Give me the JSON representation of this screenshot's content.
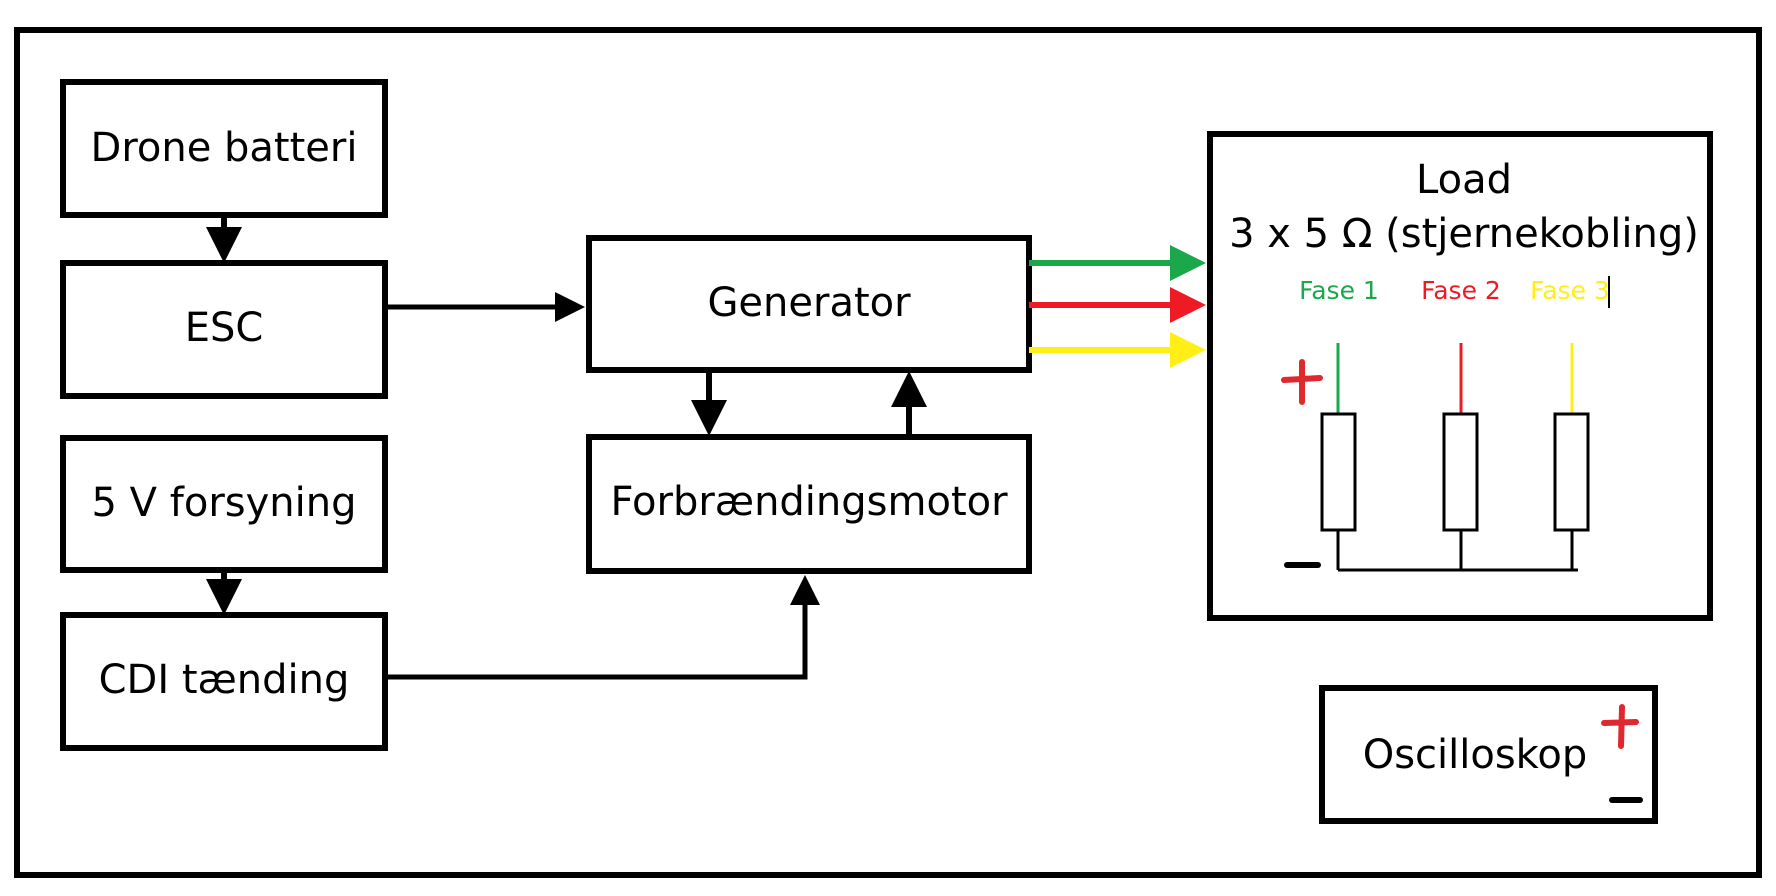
{
  "blocks": {
    "drone_battery": "Drone batteri",
    "esc": "ESC",
    "supply_5v": "5 V forsyning",
    "cdi": "CDI tænding",
    "generator": "Generator",
    "engine": "Forbrændingsmotor",
    "oscilloscope": "Oscilloskop"
  },
  "load": {
    "title": "Load",
    "subtitle": "3 x 5 Ω (stjernekobling)",
    "phases": [
      "Fase 1",
      "Fase 2",
      "Fase 3"
    ]
  },
  "colors": {
    "phase1": "#1aa84a",
    "phase2": "#ee1b24",
    "phase3": "#ffef17",
    "polarity_plus": "#e0282f",
    "line": "#000000"
  }
}
